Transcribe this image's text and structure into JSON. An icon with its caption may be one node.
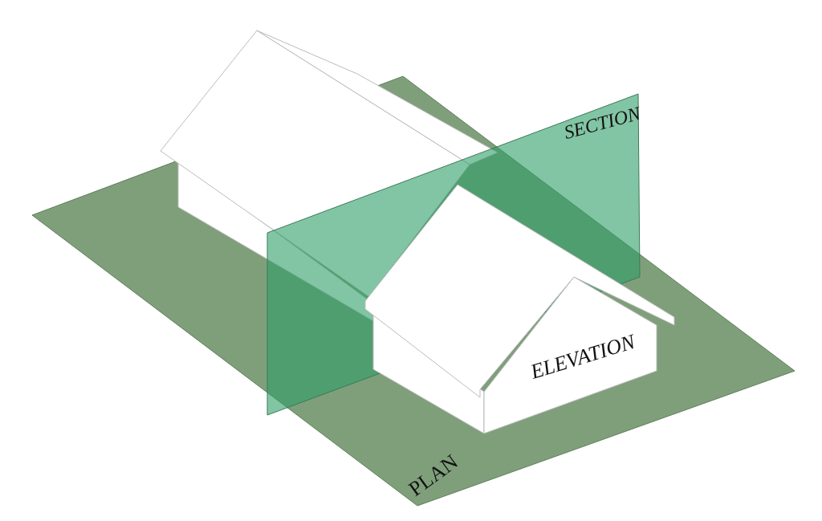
{
  "diagram": {
    "labels": [
      "SECTION",
      "ELEVATION",
      "PLAN"
    ]
  }
}
